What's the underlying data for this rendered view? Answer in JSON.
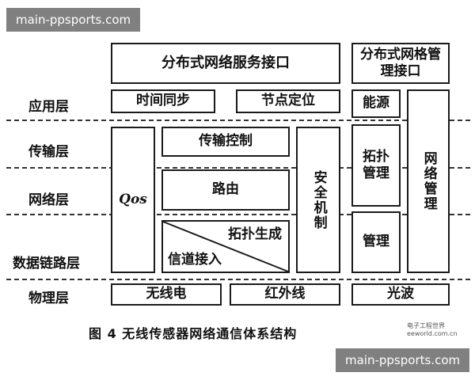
{
  "watermark_top": "main-ppsports.com",
  "watermark_bottom": "main-ppsports.com",
  "layers": {
    "application": "应用层",
    "transport": "传输层",
    "network": "网络层",
    "datalink": "数据链路层",
    "physical": "物理层"
  },
  "boxes": {
    "distributed_service_interface": "分布式网络服务接口",
    "distributed_mgmt_interface": "分布式网格管理接口",
    "time_sync": "时间同步",
    "node_localization": "节点定位",
    "energy": "能源",
    "network_management": "网络管理",
    "transport_control": "传输控制",
    "qos": "Qos",
    "routing": "路由",
    "security": "安全机制",
    "topology_management": "拓扑管理",
    "topology_generation": "拓扑生成",
    "channel_access": "信道接入",
    "management": "管理",
    "radio": "无线电",
    "infrared": "红外线",
    "light_wave": "光波"
  },
  "caption": "图 4    无线传感器网络通信体系结构",
  "logo_text": "电子工程世界 eeworld.com.cn"
}
